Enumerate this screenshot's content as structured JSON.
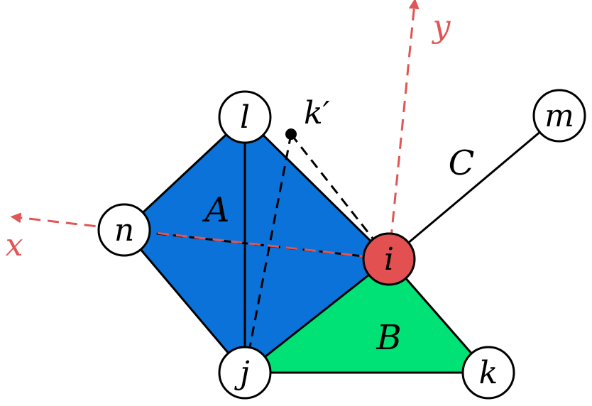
{
  "colors": {
    "region_a": "#0a72d8",
    "region_b": "#00e176",
    "highlight_node": "#e25051",
    "axis": "#e05555",
    "edge": "#000000",
    "node_fill": "#ffffff"
  },
  "nodes": {
    "i": "i",
    "j": "j",
    "k": "k",
    "l": "l",
    "m": "m",
    "n": "n"
  },
  "point": {
    "k_prime": "k′"
  },
  "regions": {
    "a": "A",
    "b": "B",
    "c": "C"
  },
  "axes": {
    "x": "x",
    "y": "y"
  }
}
